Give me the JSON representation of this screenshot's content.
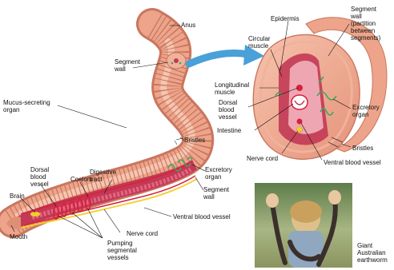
{
  "labels": {
    "anus": "Anus",
    "segment_wall_top": "Segment\nwall",
    "mucus_organ": "Mucus-secreting\norgan",
    "bristles_left": "Bristles",
    "dorsal_left": "Dorsal\nblood\nvessel",
    "coelom": "Coelom",
    "digestive_tract": "Digestive\ntract",
    "brain": "Brain",
    "mouth": "Mouth",
    "excretory_left": "Excretory\norgan",
    "segment_wall_left": "Segment\nwall",
    "ventral_left": "Ventral blood vessel",
    "nerve_cord_left": "Nerve cord",
    "pumping": "Pumping\nsegmental\nvessels",
    "epidermis": "Epidermis",
    "segment_wall_right": "Segment\nwall\n(partition\nbetween\nsegments)",
    "circular_muscle": "Circular\nmuscle",
    "longitudinal_muscle": "Longitudinal\nmuscle",
    "dorsal_right": "Dorsal\nblood\nvessel",
    "intestine": "Intestine",
    "excretory_right": "Excretory\norgan",
    "bristles_right": "Bristles",
    "nerve_cord_right": "Nerve cord",
    "ventral_right": "Ventral blood vessel",
    "photo_caption": "Giant\nAustralian\nearthworm"
  },
  "colors": {
    "body": "#eda48a",
    "body_dark": "#c9765e",
    "body_light": "#f8cdb8",
    "interior": "#c23a55",
    "vessel_red": "#d8213a",
    "nerve_yellow": "#f1cf2a",
    "excretory_green": "#3aa860",
    "arrow_blue": "#4aa0d8"
  }
}
